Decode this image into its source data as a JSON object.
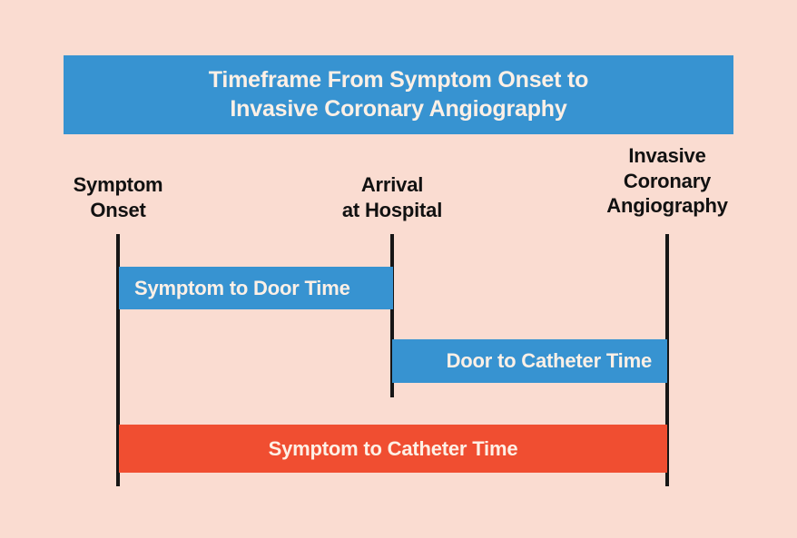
{
  "background_color": "#fadcd1",
  "title": {
    "line1": "Timeframe From Symptom Onset to",
    "line2": "Invasive Coronary Angiography",
    "background_color": "#3793d1",
    "text_color": "#fdf0e6"
  },
  "milestones": [
    {
      "name": "symptom-onset",
      "line1": "Symptom",
      "line2": "Onset",
      "line3": ""
    },
    {
      "name": "arrival-hospital",
      "line1": "Arrival",
      "line2": "at Hospital",
      "line3": ""
    },
    {
      "name": "invasive-angiography",
      "line1": "Invasive",
      "line2": "Coronary",
      "line3": "Angiography"
    }
  ],
  "intervals": [
    {
      "name": "symptom-to-door",
      "label": "Symptom to Door Time",
      "color": "#3793d1",
      "from": "symptom-onset",
      "to": "arrival-hospital"
    },
    {
      "name": "door-to-catheter",
      "label": "Door to Catheter Time",
      "color": "#3793d1",
      "from": "arrival-hospital",
      "to": "invasive-angiography"
    },
    {
      "name": "symptom-to-catheter",
      "label": "Symptom to Catheter Time",
      "color": "#f04e31",
      "from": "symptom-onset",
      "to": "invasive-angiography"
    }
  ]
}
